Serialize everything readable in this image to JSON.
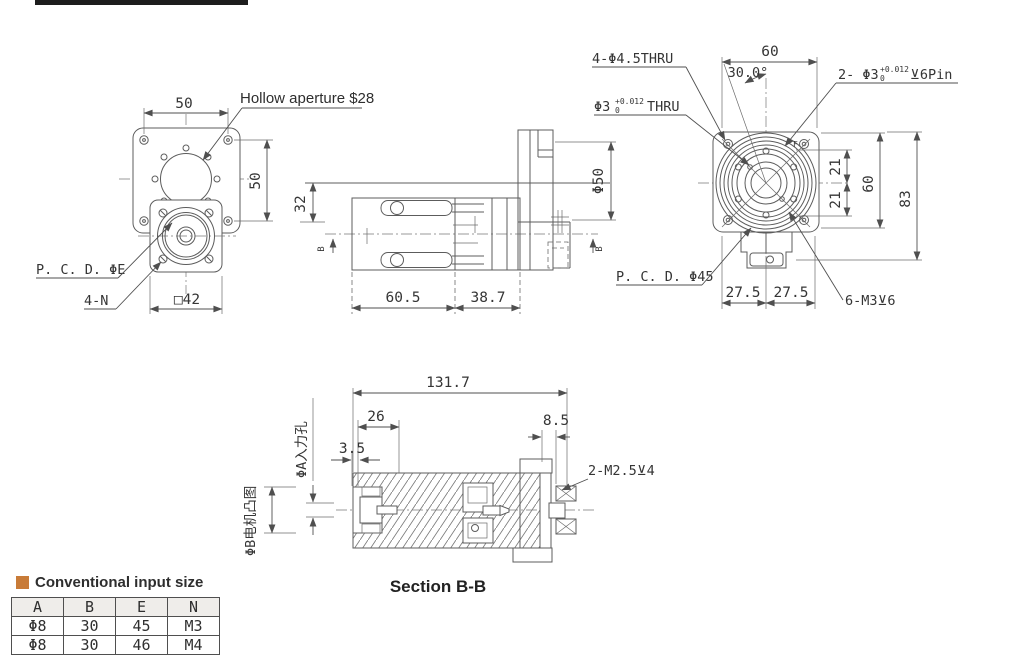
{
  "page": {
    "line_color": "#5c5c5c",
    "accent_orange": "#c87b38",
    "background": "#ffffff"
  },
  "front_view": {
    "dim_top": "50",
    "dim_right": "50",
    "hollow_label": "Hollow aperture $28",
    "pcd_label": "P. C. D. ΦE",
    "holes_label": "4-N",
    "square_dim": "□42"
  },
  "side_view": {
    "dim_height": "32",
    "dim_len_left": "60.5",
    "dim_len_right": "38.7",
    "dim_flange": "Φ50",
    "section_letter_left": "B",
    "section_letter_right": "B"
  },
  "rear_view": {
    "holes_label": "4-Φ4.5THRU",
    "hole_label": "Φ3",
    "hole_tol_upper": "+0.012",
    "hole_tol_lower": "0",
    "hole_suffix": "THRU",
    "pins_label": "2- Φ3",
    "pins_tol_upper": "+0.012",
    "pins_tol_lower": "0",
    "pins_suffix": "⊻6Pin",
    "dim_top": "60",
    "angle": "30.0°",
    "dim_21_upper": "21",
    "dim_21_lower": "21",
    "dim_60": "60",
    "dim_83": "83",
    "dim_left": "27.5",
    "dim_right": "27.5",
    "pcd_label": "P. C. D. Φ45",
    "tapped_label": "6-M3⊻6",
    "datum_label": "F"
  },
  "section_view": {
    "dim_total": "131.7",
    "dim_26": "26",
    "dim_35": "3.5",
    "dim_85": "8.5",
    "screws_label": "2-M2.5⊻4",
    "input_hole_label": "ΦA入力孔",
    "motor_boss_label": "ΦB电机凸图",
    "caption": "Section B-B"
  },
  "table": {
    "legend": "Conventional input size",
    "headers": [
      "A",
      "B",
      "E",
      "N"
    ],
    "rows": [
      [
        "Φ8",
        "30",
        "45",
        "M3"
      ],
      [
        "Φ8",
        "30",
        "46",
        "M4"
      ]
    ]
  }
}
